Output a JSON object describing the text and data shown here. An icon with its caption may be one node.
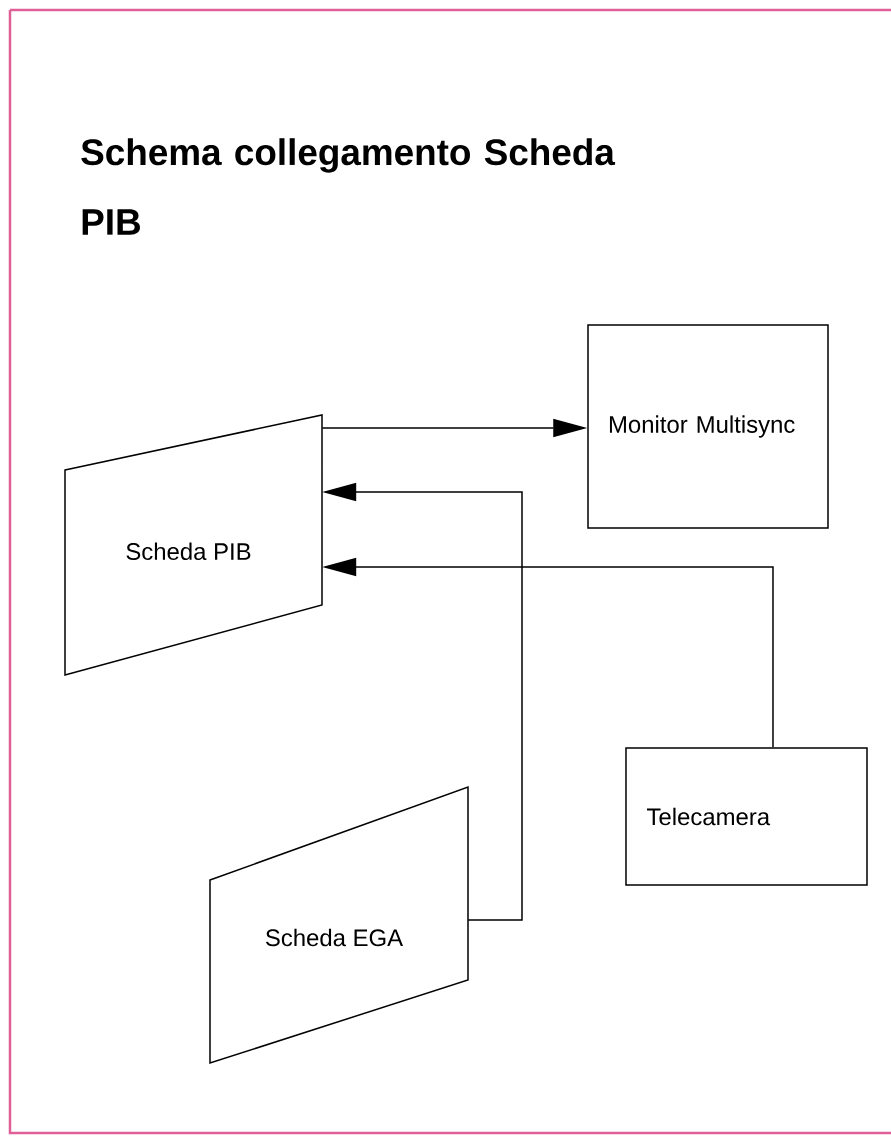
{
  "diagram": {
    "title": "Schema collegamento Scheda PIB",
    "nodes": [
      {
        "text": [
          "Scheda PIB"
        ]
      },
      {
        "text": [
          "Monitor Multisync"
        ]
      },
      {
        "text": [
          "Telecamera"
        ]
      },
      {
        "text": [
          "Scheda EGA"
        ]
      }
    ],
    "edges": [
      {
        "from": 0,
        "to": 1,
        "arrow": "to"
      },
      {
        "from": 3,
        "to": 0,
        "arrow": "to"
      },
      {
        "from": 2,
        "to": 0,
        "arrow": "to"
      }
    ]
  }
}
